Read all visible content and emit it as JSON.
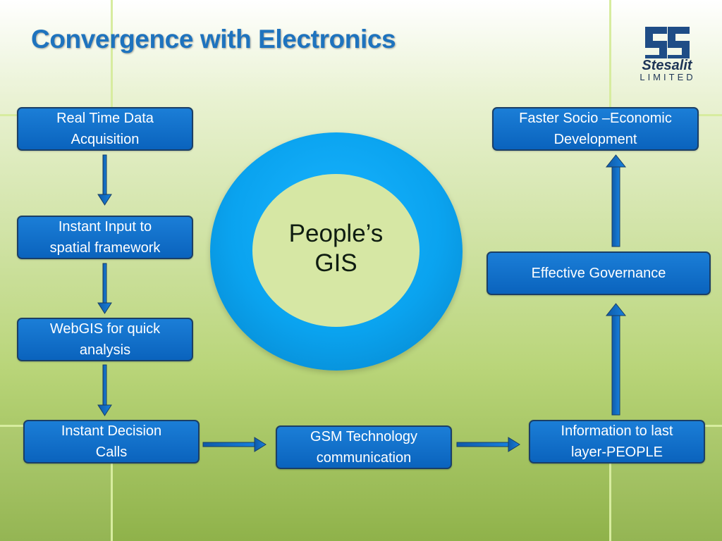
{
  "slide": {
    "title": "Convergence with Electronics"
  },
  "logo": {
    "brand": "Stesalit",
    "subtitle": "LIMITED"
  },
  "center": {
    "line1": "People’s",
    "line2": "GIS"
  },
  "boxes": {
    "real_time_line1": "Real Time Data",
    "real_time_line2": "Acquisition",
    "instant_input_line1": "Instant Input to",
    "instant_input_line2": "spatial framework",
    "webgis_line1": "WebGIS for quick",
    "webgis_line2": "analysis",
    "decision_line1": "Instant Decision",
    "decision_line2": "Calls",
    "gsm_line1": "GSM Technology",
    "gsm_line2": "communication",
    "info_line1": "Information to last",
    "info_line2": "layer-PEOPLE",
    "governance": "Effective Governance",
    "faster_line1": "Faster Socio –Economic",
    "faster_line2": "Development"
  }
}
